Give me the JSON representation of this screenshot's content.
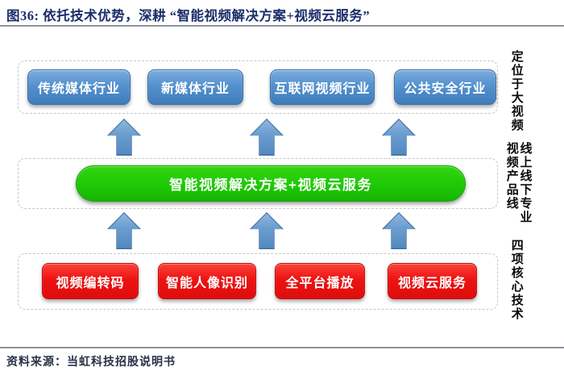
{
  "figure": {
    "title": "图36: 依托技术优势，深耕 “智能视频解决方案+视频云服务”",
    "source": "资料来源：当虹科技招股说明书"
  },
  "diagram": {
    "top_row": [
      "传统媒体行业",
      "新媒体行业",
      "互联网视频行业",
      "公共安全行业"
    ],
    "center": "智能视频解决方案+视频云服务",
    "bottom_row": [
      "视频编转码",
      "智能人像识别",
      "全平台播放",
      "视频云服务"
    ],
    "side_labels": {
      "top": "定位于大视频",
      "middle_col_left": "视频产品线",
      "middle_col_right": "线上线下专业",
      "bottom": "四项核心技术"
    },
    "colors": {
      "industry_box": "#4f87c4",
      "solution_pill": "#1ec904",
      "technology_box": "#ee1313",
      "arrow": "#6b9ed0",
      "title_text": "#1b2e6b",
      "dashed_border": "#c6c6c6"
    }
  }
}
